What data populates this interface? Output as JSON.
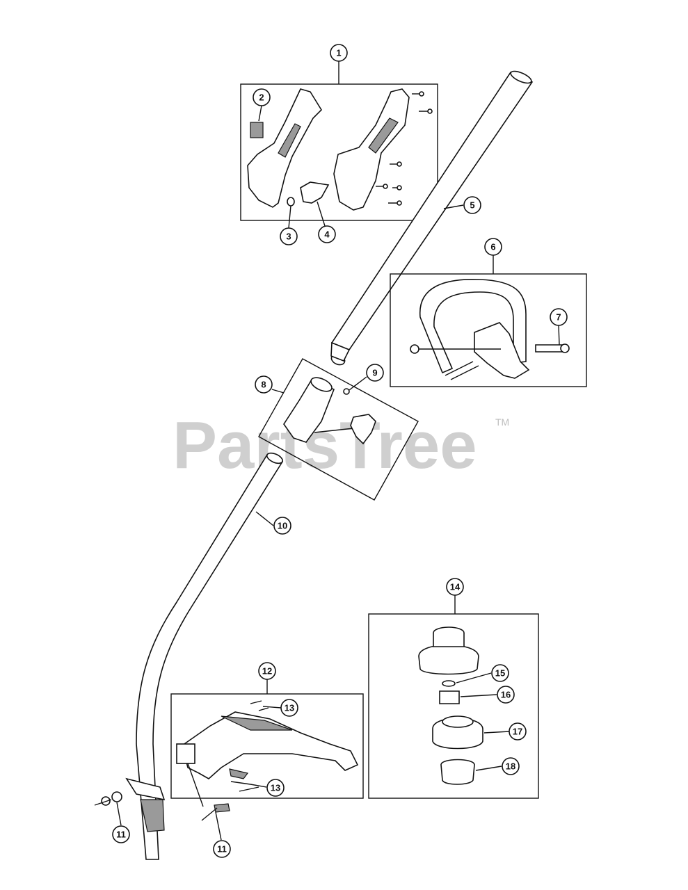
{
  "watermark": {
    "text": "PartsTree",
    "trademark": "TM"
  },
  "callouts": [
    {
      "id": "c1",
      "label": "1"
    },
    {
      "id": "c2",
      "label": "2"
    },
    {
      "id": "c3",
      "label": "3"
    },
    {
      "id": "c4",
      "label": "4"
    },
    {
      "id": "c5",
      "label": "5"
    },
    {
      "id": "c6",
      "label": "6"
    },
    {
      "id": "c7",
      "label": "7"
    },
    {
      "id": "c8",
      "label": "8"
    },
    {
      "id": "c9",
      "label": "9"
    },
    {
      "id": "c10",
      "label": "10"
    },
    {
      "id": "c11a",
      "label": "11"
    },
    {
      "id": "c11b",
      "label": "11"
    },
    {
      "id": "c12",
      "label": "12"
    },
    {
      "id": "c13a",
      "label": "13"
    },
    {
      "id": "c13b",
      "label": "13"
    },
    {
      "id": "c14",
      "label": "14"
    },
    {
      "id": "c15",
      "label": "15"
    },
    {
      "id": "c16",
      "label": "16"
    },
    {
      "id": "c17",
      "label": "17"
    },
    {
      "id": "c18",
      "label": "18"
    }
  ]
}
